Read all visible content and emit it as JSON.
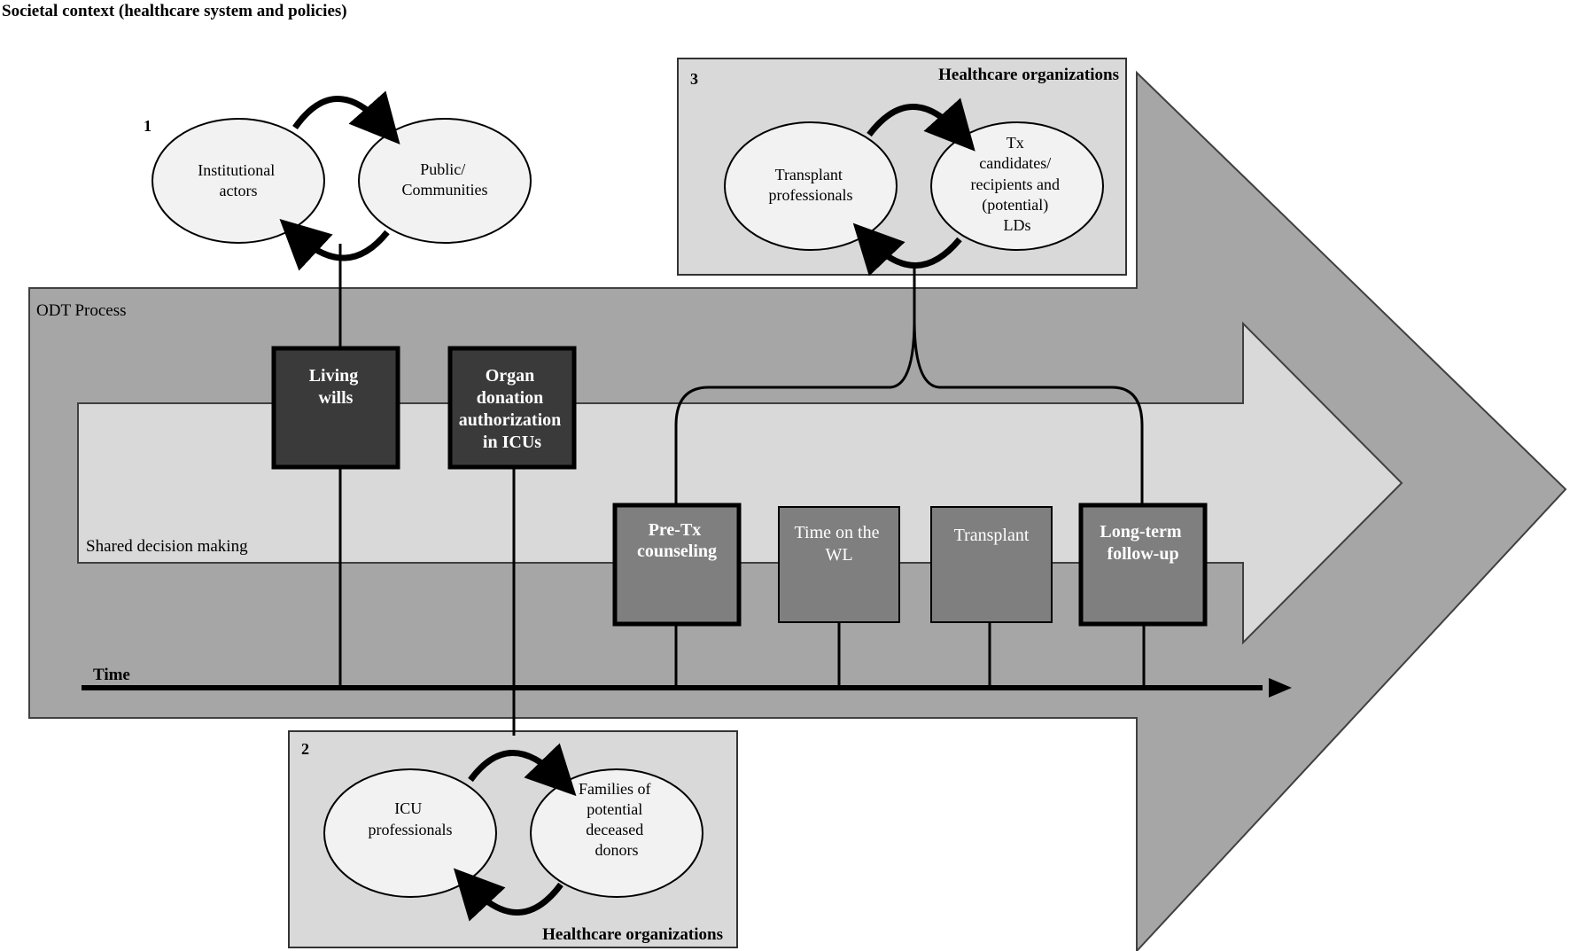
{
  "societal_context": "Societal context (healthcare system and policies)",
  "odt_process": "ODT Process",
  "shared_decision_making": "Shared decision making",
  "time_label": "Time",
  "group1": {
    "number": "1",
    "left": [
      "Institutional",
      "actors"
    ],
    "right": [
      "Public/",
      "Communities"
    ]
  },
  "group2": {
    "number": "2",
    "header": "Healthcare organizations",
    "left": [
      "ICU",
      "professionals"
    ],
    "right": [
      "Families of",
      "potential",
      "deceased",
      "donors"
    ]
  },
  "group3": {
    "number": "3",
    "header": "Healthcare organizations",
    "left": [
      "Transplant",
      "professionals"
    ],
    "right": [
      "Tx",
      "candidates/",
      "recipients and",
      "(potential)",
      "LDs"
    ]
  },
  "boxes": {
    "living_wills": [
      "Living",
      "wills"
    ],
    "organ_donation": [
      "Organ",
      "donation",
      "authorization",
      "in ICUs"
    ],
    "pre_tx": [
      "Pre-Tx",
      "counseling"
    ],
    "time_wl": [
      "Time on the",
      "WL"
    ],
    "transplant": [
      "Transplant"
    ],
    "follow_up": [
      "Long-term",
      "follow-up"
    ]
  }
}
